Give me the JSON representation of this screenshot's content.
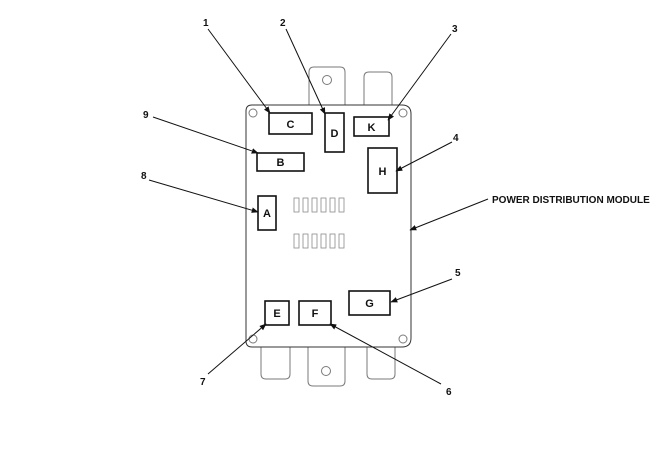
{
  "module": {
    "label": "POWER DISTRIBUTION MODULE"
  },
  "connectors": {
    "A": "A",
    "B": "B",
    "C": "C",
    "D": "D",
    "E": "E",
    "F": "F",
    "G": "G",
    "H": "H",
    "K": "K"
  },
  "callouts": {
    "n1": "1",
    "n2": "2",
    "n3": "3",
    "n4": "4",
    "n5": "5",
    "n6": "6",
    "n7": "7",
    "n8": "8",
    "n9": "9"
  }
}
